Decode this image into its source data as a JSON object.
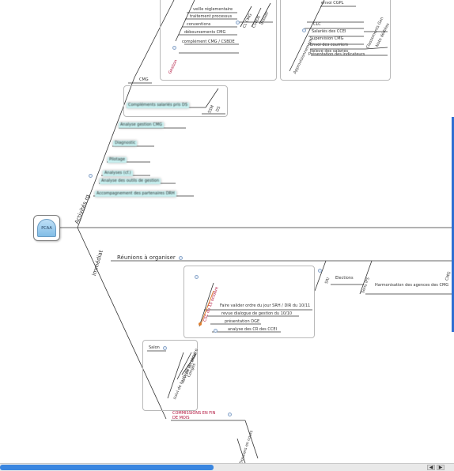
{
  "root": {
    "label": "PCAA"
  },
  "branches": {
    "activites": {
      "title": "Activités rg",
      "top_left_items": [
        "veille réglementaire",
        "traitement processus",
        "conventions",
        "déboursements CMG",
        "complément CMG / CSBDE"
      ],
      "top_left_tags": [
        "CL CMG",
        "CSBDE",
        "dossier"
      ],
      "top_left_group": "Gestion",
      "top_right_items": [
        "envoi CGPL",
        "CLC",
        "Salariés des CCEI",
        "Supervision CMG",
        "Envoi des courriers",
        "Relevé des salariés",
        "Présentation des indicateurs"
      ],
      "top_right_group": "Approvisionnement",
      "top_right_tags": [
        "Classements Gen",
        "Note dédiées"
      ],
      "cmg_label": "CMG",
      "cmg_items": [
        "Compléments salariés pris DS",
        "Analyse gestion CMG"
      ],
      "cmg_tags": [
        "SSM",
        "DS"
      ],
      "hi_items": [
        "Diagnostic",
        "Pilotage",
        "Analyses (cf.)",
        "Analyse des outils de gestion",
        "Accompagnement des partenaires DRH"
      ]
    },
    "immediat": {
      "title": "immédiat",
      "reunions": "Réunions à organiser",
      "right_branch": "SRI",
      "right_sub": "Elections",
      "right_tag": "Sens IFS",
      "right_item": "Harmonisation des agences des CMG",
      "right_end": "CMG",
      "csc_label": "CSC du 15 octobre",
      "csc_items": [
        "Faire valider ordre du jour SRH / DIR du 10/11",
        "revue dialogue de gestion du 10/10",
        "présentation DGE",
        "analyse des CR des CCEI"
      ],
      "salon": "Salon",
      "salon_items": [
        "Congés",
        "suivi de la caisse",
        "suivi de l'activité du service"
      ],
      "commissions": "COMMISSIONS EN FIN DE MOIS",
      "bottom_label": "Dossiers en cours"
    }
  },
  "colors": {
    "branch_line": "#333333",
    "box_border": "#b9b9b9",
    "highlight": "#c8f1f1",
    "accent_red": "#b0103a",
    "scroll_thumb": "#3a86e0"
  }
}
